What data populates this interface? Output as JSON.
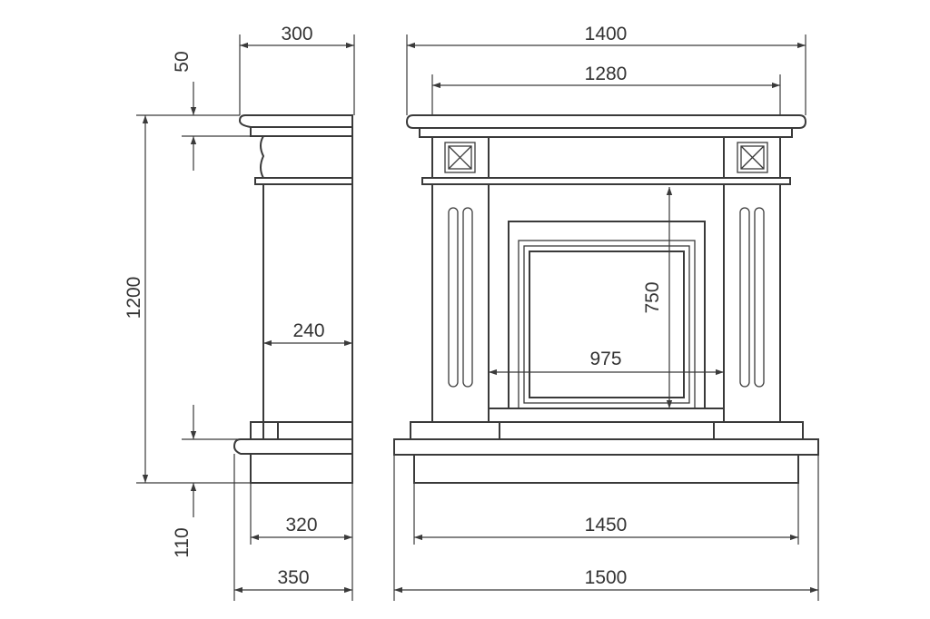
{
  "side_view": {
    "top_width": "300",
    "cornice_height": "50",
    "total_height": "1200",
    "body_depth": "240",
    "plinth_height": "110",
    "base_width": "320",
    "base_total_width": "350"
  },
  "front_view": {
    "shelf_width": "1400",
    "frieze_width": "1280",
    "firebox_height": "750",
    "firebox_width": "975",
    "plinth_width": "1450",
    "base_width": "1500"
  },
  "colors": {
    "line": "#3a3a3a",
    "text": "#333333",
    "background": "#ffffff"
  }
}
